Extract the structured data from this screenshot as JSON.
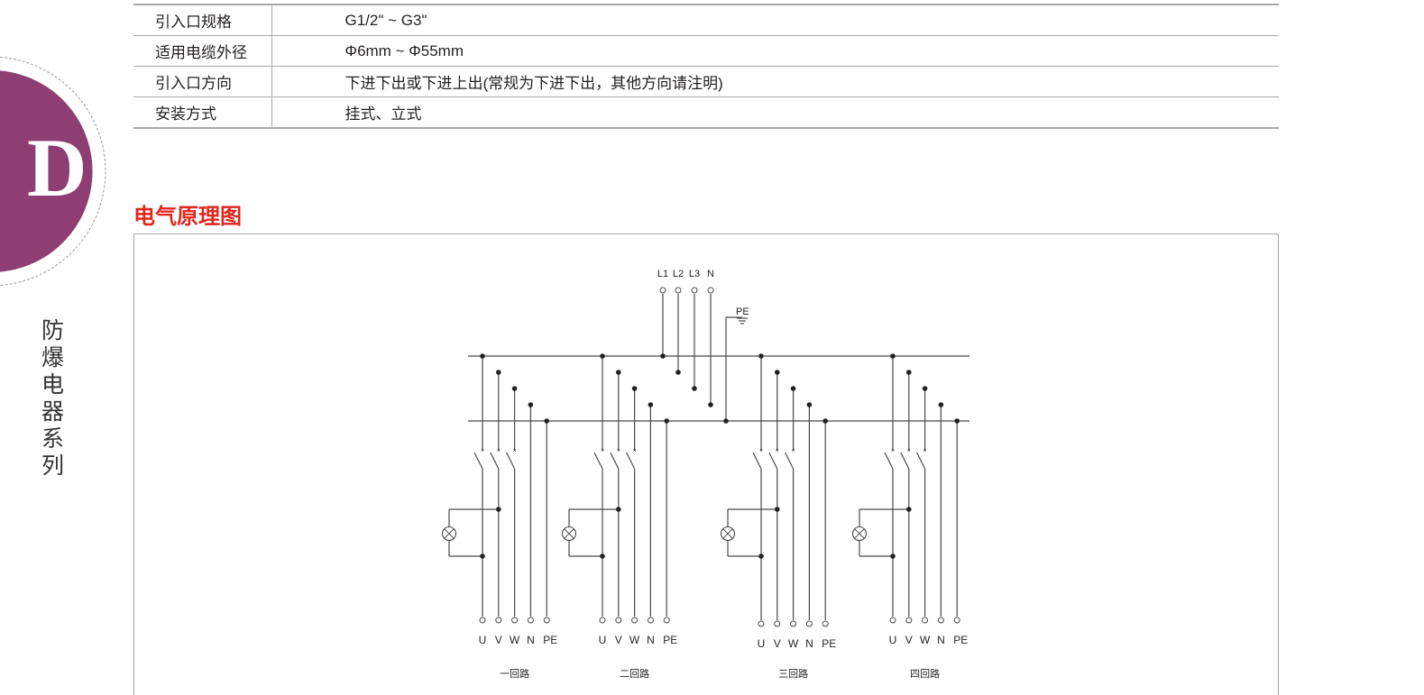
{
  "badge": {
    "letter": "D",
    "series_label": "防爆电器系列",
    "color": "#8e3e72"
  },
  "spec_table": {
    "rows": [
      {
        "label": "引入口规格",
        "value": "G1/2\"  ~ G3\""
      },
      {
        "label": "适用电缆外径",
        "value": "Φ6mm ~ Φ55mm"
      },
      {
        "label": "引入口方向",
        "value": "下进下出或下进上出(常规为下进下出，其他方向请注明)"
      },
      {
        "label": "安装方式",
        "value": "挂式、立式"
      }
    ]
  },
  "section": {
    "title": "电气原理图",
    "color": "#e1261c"
  },
  "diagram": {
    "inputs": [
      "L1",
      "L2",
      "L3",
      "N"
    ],
    "ground_label": "PE",
    "circuits": [
      {
        "name": "一回路",
        "terminals": [
          "U",
          "V",
          "W",
          "N",
          "PE"
        ]
      },
      {
        "name": "二回路",
        "terminals": [
          "U",
          "V",
          "W",
          "N",
          "PE"
        ]
      },
      {
        "name": "三回路",
        "terminals": [
          "U",
          "V",
          "W",
          "N",
          "PE"
        ]
      },
      {
        "name": "四回路",
        "terminals": [
          "U",
          "V",
          "W",
          "N",
          "PE"
        ]
      }
    ]
  }
}
